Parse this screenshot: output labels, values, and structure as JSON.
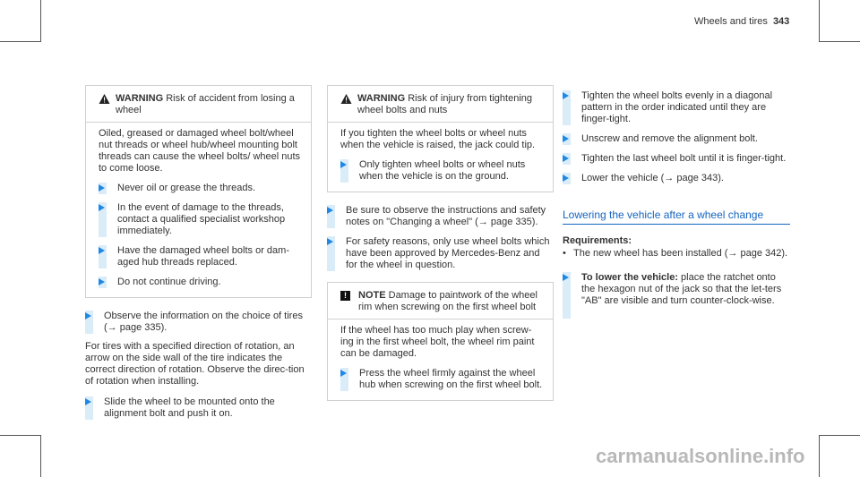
{
  "header": {
    "section": "Wheels and tires",
    "page": "343"
  },
  "col1": {
    "warning": {
      "label": "WARNING",
      "title": "Risk of accident from losing a wheel",
      "body": "Oiled, greased or damaged wheel bolt/wheel nut threads or wheel hub/wheel mounting bolt threads can cause the wheel bolts/ wheel nuts to come loose.",
      "steps": [
        "Never oil or grease the threads.",
        "In the event of damage to the threads, contact a qualified specialist workshop immediately.",
        "Have the damaged wheel bolts or dam-aged hub threads replaced.",
        "Do not continue driving."
      ]
    },
    "step_observe": "Observe the information on the choice of tires (→ page 335).",
    "para": "For tires with a specified direction of rotation, an arrow on the side wall of the tire indicates the correct direction of rotation. Observe the direc-tion of rotation when installing.",
    "step_slide": "Slide the wheel to be mounted onto the alignment bolt and push it on."
  },
  "col2": {
    "warning": {
      "label": "WARNING",
      "title": "Risk of injury from tightening wheel bolts and nuts",
      "body": "If you tighten the wheel bolts or wheel nuts when the vehicle is raised, the jack could tip.",
      "step": "Only tighten wheel bolts or wheel nuts when the vehicle is on the ground."
    },
    "steps": [
      "Be sure to observe the instructions and safety notes on \"Changing a wheel\" (→ page 335).",
      "For safety reasons, only use wheel bolts which have been approved by Mercedes-Benz and for the wheel in question."
    ],
    "note": {
      "label": "NOTE",
      "title": "Damage to paintwork of the wheel rim when screwing on the first wheel bolt",
      "body": "If the wheel has too much play when screw-ing in the first wheel bolt, the wheel rim paint can be damaged.",
      "step": "Press the wheel firmly against the wheel hub when screwing on the first wheel bolt."
    }
  },
  "col3": {
    "steps": [
      "Tighten the wheel bolts evenly in a diagonal pattern in the order indicated until they are finger-tight.",
      "Unscrew and remove the alignment bolt.",
      "Tighten the last wheel bolt until it is finger-tight.",
      "Lower the vehicle (→ page 343)."
    ],
    "section_title": "Lowering the vehicle after a wheel change",
    "requirements_label": "Requirements:",
    "requirement": "The new wheel has been installed (→ page 342).",
    "final_step_bold": "To lower the vehicle:",
    "final_step": " place the ratchet onto the hexagon nut of the jack so that the let-ters \"AB\" are visible and turn counter-clock-wise."
  },
  "watermark": "carmanualsonline.info",
  "colors": {
    "accent": "#1565c0",
    "step_bar": "#d9ecf8",
    "arrow": "#1e88e5"
  }
}
